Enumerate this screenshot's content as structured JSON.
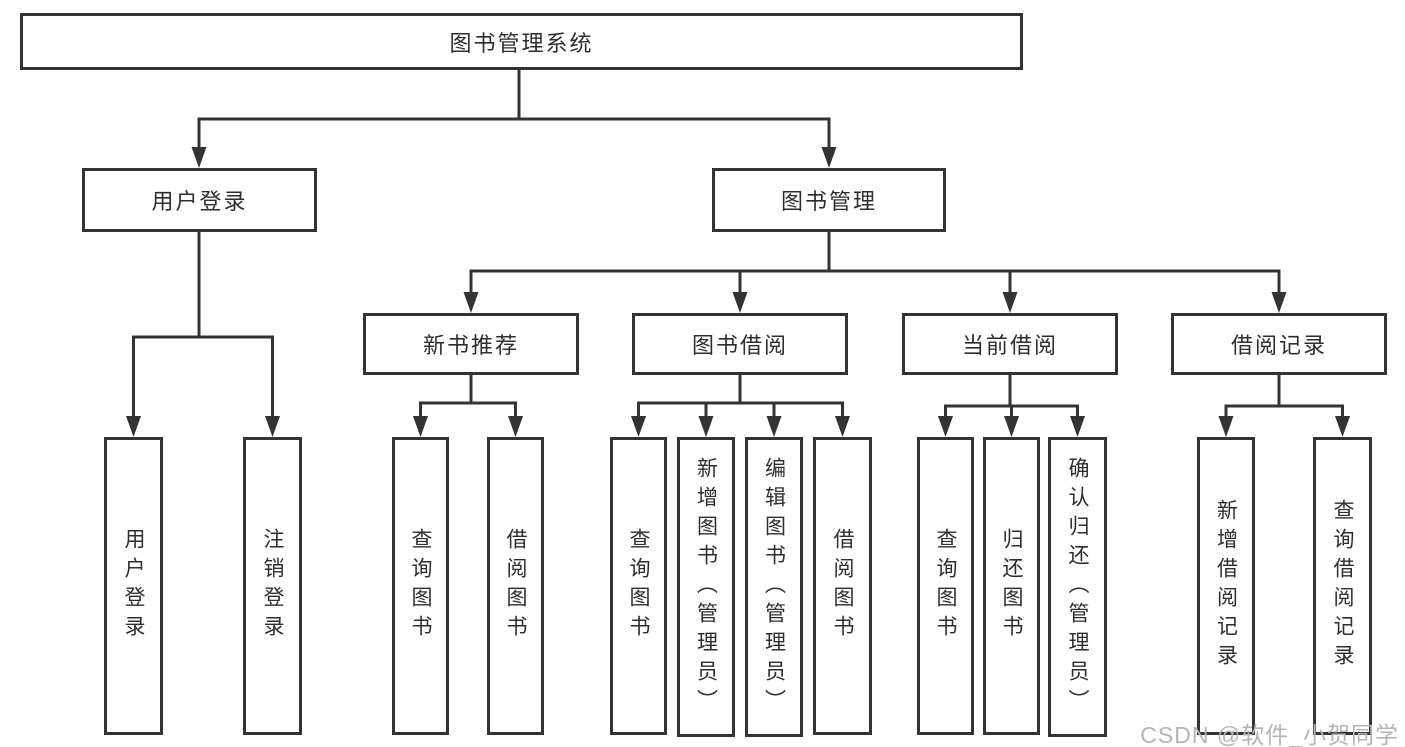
{
  "nodes": {
    "root": {
      "label": "图书管理系统"
    },
    "userLogin": {
      "label": "用户登录"
    },
    "bookMgmt": {
      "label": "图书管理"
    },
    "newBookRec": {
      "label": "新书推荐"
    },
    "bookBorrow": {
      "label": "图书借阅"
    },
    "currentBorrow": {
      "label": "当前借阅"
    },
    "borrowRecord": {
      "label": "借阅记录"
    },
    "leafUserLogin": {
      "label": "用户登录"
    },
    "leafLogout": {
      "label": "注销登录"
    },
    "leafQueryBooksRec": {
      "label": "查询图书"
    },
    "leafBorrowBooksRec": {
      "label": "借阅图书"
    },
    "leafQueryBooksBorrow": {
      "label": "查询图书"
    },
    "leafAddBooks": {
      "label": "新增图书（管理员）"
    },
    "leafEditBooks": {
      "label": "编辑图书（管理员）"
    },
    "leafBorrowBooks": {
      "label": "借阅图书"
    },
    "leafQueryBooksCur": {
      "label": "查询图书"
    },
    "leafReturnBooks": {
      "label": "归还图书"
    },
    "leafConfirmReturn": {
      "label": "确认归还（管理员）"
    },
    "leafAddBorrowRecord": {
      "label": "新增借阅记录"
    },
    "leafQueryBorrowRecord": {
      "label": "查询借阅记录"
    }
  },
  "watermark": {
    "text": "CSDN @软件_小贺同学"
  },
  "colors": {
    "line": "#333333",
    "text": "#2e2e2e",
    "box_background": "#ffffff",
    "background": "#ffffff",
    "watermark": "#b5b5b5"
  }
}
